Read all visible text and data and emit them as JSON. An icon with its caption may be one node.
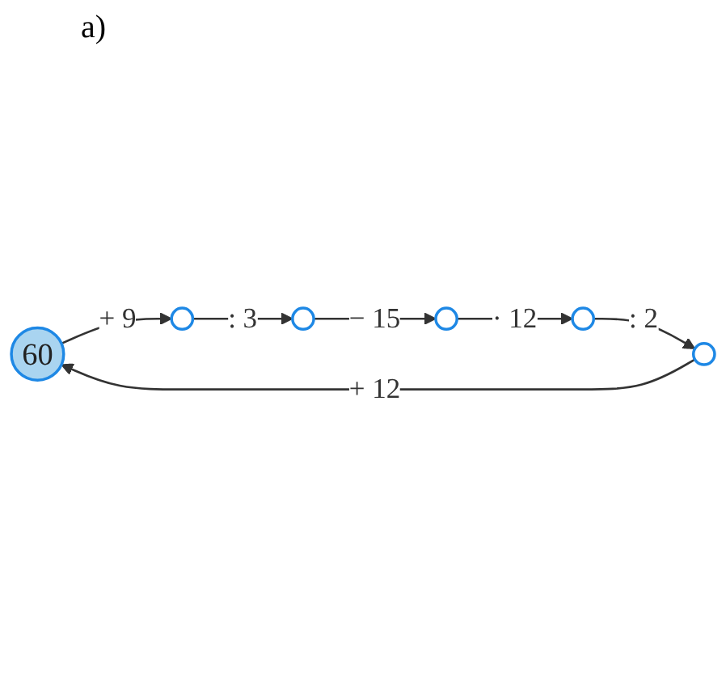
{
  "diagram": {
    "nodes": [
      {
        "text": [
          "60"
        ]
      },
      {
        "text": [],
        "shape": "circle"
      },
      {
        "text": [],
        "shape": "circle"
      },
      {
        "text": [],
        "shape": "circle"
      },
      {
        "text": [],
        "shape": "circle"
      },
      {
        "text": [],
        "shape": "circle"
      }
    ],
    "edges": [
      {
        "from": 0,
        "to": 1,
        "arrow": "to",
        "label": "+ 9"
      },
      {
        "from": 1,
        "to": 2,
        "arrow": "to",
        "label": ": 3"
      },
      {
        "from": 2,
        "to": 3,
        "arrow": "to",
        "label": "− 15"
      },
      {
        "from": 3,
        "to": 4,
        "arrow": "to",
        "label": "· 12"
      },
      {
        "from": 4,
        "to": 5,
        "arrow": "to",
        "label": ": 2"
      },
      {
        "from": 5,
        "to": 0,
        "arrow": "to",
        "label": "+ 12"
      }
    ],
    "labels": [
      "a)"
    ]
  }
}
